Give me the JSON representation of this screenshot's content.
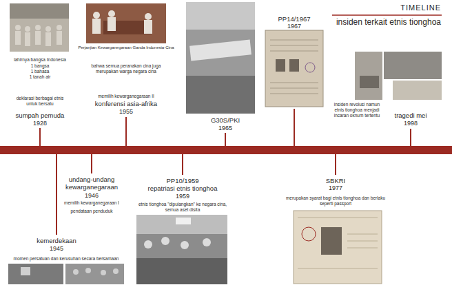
{
  "diagram": {
    "title": "TIMELINE",
    "labels": [
      "insiden terkait etnis tionghoa",
      "lahirnya bangsa Indonesia",
      "1 bangsa",
      "1 bahasa",
      "1 tanah air",
      "deklarasi berbagai etnis untuk bersatu",
      "sumpah pemuda",
      "1928",
      "Perjanjian Kewarganegaraan Ganda Indonesia-Cina",
      "bahwa semua peranakan cina juga merupakan warga negara cina",
      "memilih kewarganegaraan II",
      "konferensi asia-afrika",
      "1955",
      "G30S/PKI",
      "1965",
      "PP14/1967",
      "1967",
      "insiden revolusi namun etnis tionghoa menjadi incaran oknum tertentu",
      "tragedi mei",
      "1998",
      "undang-undang kewarganegaraan",
      "1946",
      "memilih kewarganegaraan I",
      "pendataan penduduk",
      "kemerdekaan",
      "1945",
      "momen persatuan dan kerusuhan secara bersamaan",
      "PP10/1959",
      "repatriasi etnis tionghoa",
      "1959",
      "etnis tionghoa \"dipulangkan\" ke negara cina, semua aset disita",
      "SBKRI",
      "1977",
      "merupakan syarat bagi etnis tionghoa dan berlaku seperti passport"
    ]
  }
}
